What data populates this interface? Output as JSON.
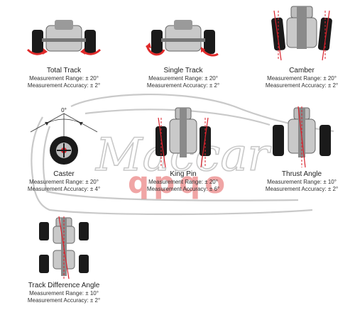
{
  "watermark": {
    "script_text": "Maccar",
    "block_text": "qpqo",
    "colors": {
      "outline": "#9e9e9e",
      "block": "#e03a3a"
    }
  },
  "colors": {
    "wheel": "#1a1a1a",
    "chassis": "#c9c9c9",
    "red_line": "#d9232d",
    "arrow": "#e02a2a"
  },
  "items": [
    {
      "title": "Total Track",
      "range": "Measurement Range: ± 20°",
      "accuracy": "Measurement Accuracy: ± 2°"
    },
    {
      "title": "Single Track",
      "range": "Measurement Range: ± 20°",
      "accuracy": "Measurement Accuracy: ± 2°"
    },
    {
      "title": "Camber",
      "range": "Measurement Range: ± 20°",
      "accuracy": "Measurement Accuracy: ± 2°"
    },
    {
      "title": "Caster",
      "range": "Measurement Range: ± 20°",
      "accuracy": "Measurement Accuracy: ± 4°",
      "angle_label": "0°"
    },
    {
      "title": "King Pin",
      "range": "Measurement Range: ± 20°",
      "accuracy": "Measurement Accuracy: ± 6°"
    },
    {
      "title": "Thrust Angle",
      "range": "Measurement Range: ± 10°",
      "accuracy": "Measurement Accuracy: ± 2°"
    },
    {
      "title": "Track Difference Angle",
      "range": "Measurement Range: ± 10°",
      "accuracy": "Measurement Accuracy: ± 2°"
    }
  ]
}
